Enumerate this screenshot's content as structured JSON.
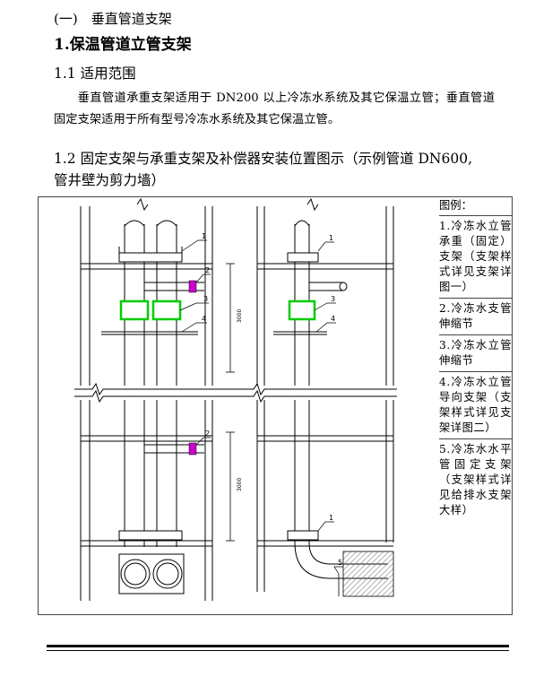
{
  "heading_section": "(一)　垂直管道支架",
  "heading_main": "1.保温管道立管支架",
  "s1": {
    "title": "1.1 适用范围",
    "text": "垂直管道承重支架适用于 DN200 以上冷冻水系统及其它保温立管；垂直管道固定支架适用于所有型号冷冻水系统及其它保温立管。"
  },
  "s2": {
    "title_line1": "1.2 固定支架与承重支架及补偿器安装位置图示（示例管道 DN600,",
    "title_line2": "管井壁为剪力墙）"
  },
  "figure": {
    "dim_text": "3000",
    "callouts": [
      "1",
      "2",
      "3",
      "4",
      "5"
    ],
    "legend_title": "图例：",
    "legend_items": [
      "1.冷冻水立管承重（固定）支架（支架样式详见支架详图一）",
      "2.冷冻水支管伸缩节",
      "3.冷冻水立管伸缩节",
      "4.冷冻水立管导向支架（支架样式详见支架详图二）",
      "5.冷冻水水平管固定支架（支架样式详见给排水支架大样）"
    ]
  },
  "colors": {
    "bellows": "#00cc00",
    "joint": "#cc00cc",
    "line": "#000000"
  }
}
